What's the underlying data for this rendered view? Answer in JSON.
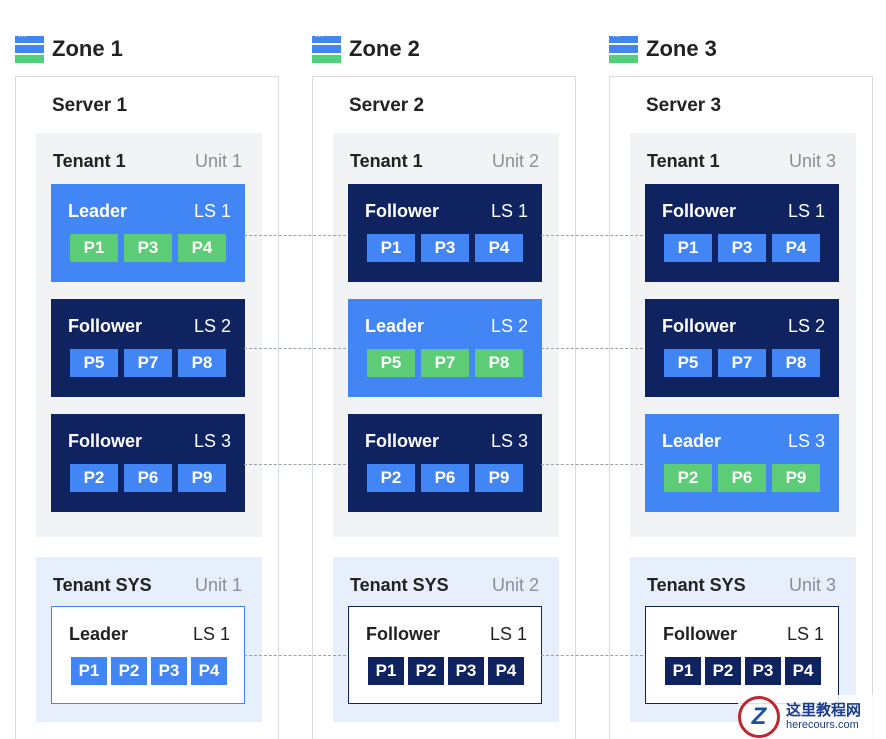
{
  "zones": [
    {
      "title": "Zone 1",
      "server": "Server 1",
      "tenant": {
        "name": "Tenant 1",
        "unit": "Unit 1",
        "ls": [
          {
            "role": "Leader",
            "id": "LS 1",
            "parts": [
              "P1",
              "P3",
              "P4"
            ]
          },
          {
            "role": "Follower",
            "id": "LS 2",
            "parts": [
              "P5",
              "P7",
              "P8"
            ]
          },
          {
            "role": "Follower",
            "id": "LS 3",
            "parts": [
              "P2",
              "P6",
              "P9"
            ]
          }
        ]
      },
      "sys": {
        "name": "Tenant SYS",
        "unit": "Unit 1",
        "ls": {
          "role": "Leader",
          "id": "LS 1",
          "parts": [
            "P1",
            "P2",
            "P3",
            "P4"
          ]
        }
      }
    },
    {
      "title": "Zone 2",
      "server": "Server 2",
      "tenant": {
        "name": "Tenant 1",
        "unit": "Unit 2",
        "ls": [
          {
            "role": "Follower",
            "id": "LS 1",
            "parts": [
              "P1",
              "P3",
              "P4"
            ]
          },
          {
            "role": "Leader",
            "id": "LS 2",
            "parts": [
              "P5",
              "P7",
              "P8"
            ]
          },
          {
            "role": "Follower",
            "id": "LS 3",
            "parts": [
              "P2",
              "P6",
              "P9"
            ]
          }
        ]
      },
      "sys": {
        "name": "Tenant SYS",
        "unit": "Unit 2",
        "ls": {
          "role": "Follower",
          "id": "LS 1",
          "parts": [
            "P1",
            "P2",
            "P3",
            "P4"
          ]
        }
      }
    },
    {
      "title": "Zone 3",
      "server": "Server 3",
      "tenant": {
        "name": "Tenant 1",
        "unit": "Unit 3",
        "ls": [
          {
            "role": "Follower",
            "id": "LS 1",
            "parts": [
              "P1",
              "P3",
              "P4"
            ]
          },
          {
            "role": "Follower",
            "id": "LS 2",
            "parts": [
              "P5",
              "P7",
              "P8"
            ]
          },
          {
            "role": "Leader",
            "id": "LS 3",
            "parts": [
              "P2",
              "P6",
              "P9"
            ]
          }
        ]
      },
      "sys": {
        "name": "Tenant SYS",
        "unit": "Unit 3",
        "ls": {
          "role": "Follower",
          "id": "LS 1",
          "parts": [
            "P1",
            "P2",
            "P3",
            "P4"
          ]
        }
      }
    }
  ],
  "watermark": {
    "logo": "Z",
    "text_cn": "这里教程网",
    "text_en": "herecours.com"
  },
  "colors": {
    "leader": "#4285f4",
    "follower": "#0f2360",
    "leader_partition": "#5ccc76",
    "follower_partition": "#4285f4",
    "tenant_bg": "#f2f3f5",
    "sys_tenant_bg": "#e6effb"
  }
}
